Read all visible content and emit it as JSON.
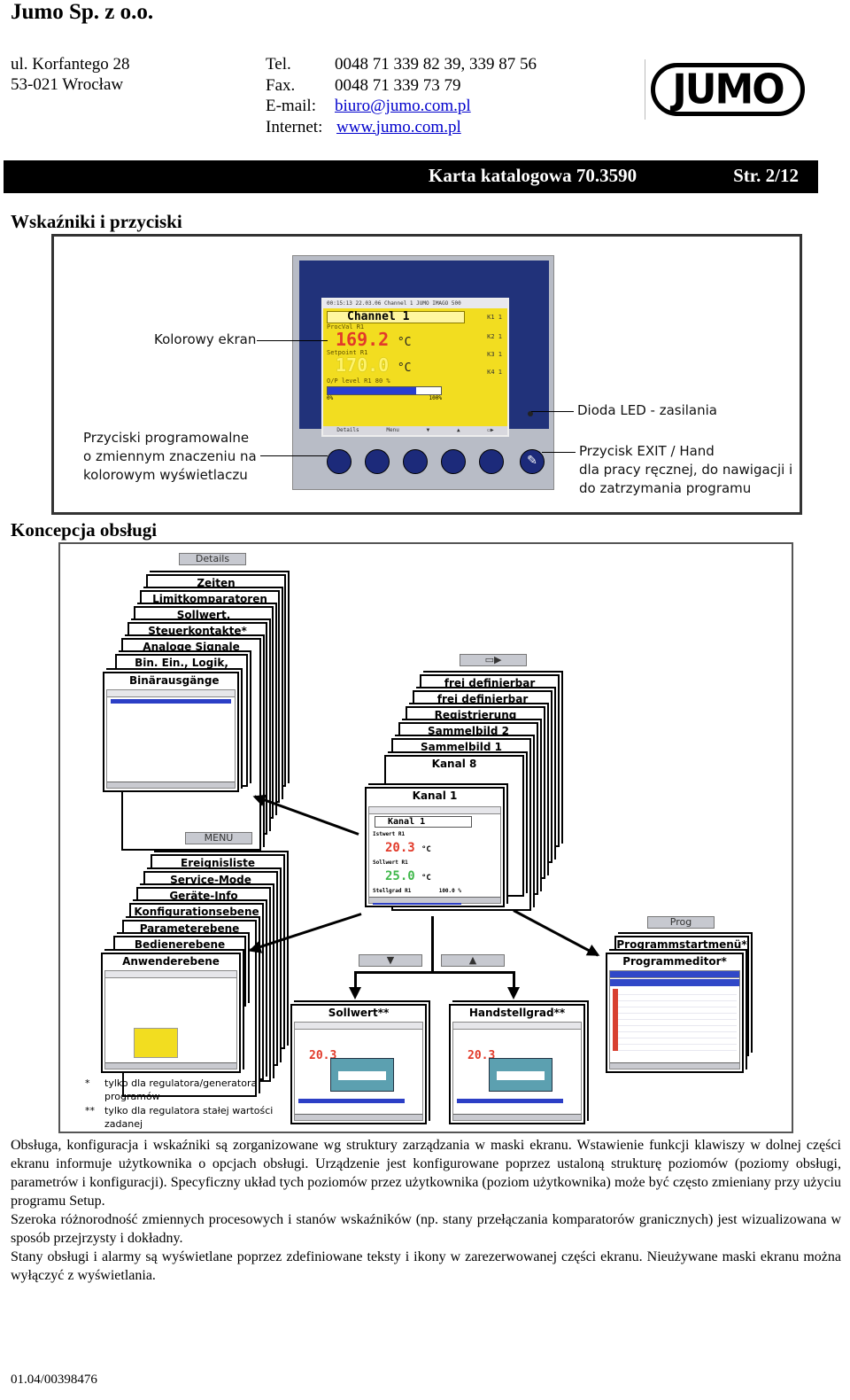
{
  "header": {
    "company": "Jumo Sp. z o.o.",
    "address_line1": "ul. Korfantego 28",
    "address_line2": "53-021 Wrocław",
    "tel_label": "Tel.",
    "tel": "0048 71 339 82 39, 339 87 56",
    "fax_label": "Fax.",
    "fax": "0048 71 339 73 79",
    "email_label": "E-mail:",
    "email": "biuro@jumo.com.pl",
    "internet_label": "Internet:",
    "internet": "www.jumo.com.pl",
    "logo_text": "JUMO"
  },
  "title_bar": {
    "doc": "Karta katalogowa 70.3590",
    "page": "Str. 2/12"
  },
  "section1": {
    "heading": "Wskaźniki i przyciski",
    "label_screen": "Kolorowy ekran",
    "label_softkeys": [
      "Przyciski programowalne",
      "o zmiennym znaczeniu na",
      "kolorowym wyświetlaczu"
    ],
    "label_led": "Dioda LED - zasilania",
    "label_exit": [
      "Przycisk EXIT / Hand",
      "dla pracy ręcznej, do nawigacji i",
      "do zatrzymania programu"
    ],
    "lcd": {
      "topline": "00:15:13  22.03.06 Channel 1      JUMO IMAGO 500",
      "channel": "Channel 1",
      "procval_label": "ProcVal   R1",
      "procval": "169.2",
      "unit": "°C",
      "setpoint_label": "Setpoint  R1",
      "setpoint": "170.0",
      "output_label": "O/P level R1         80  %",
      "output_pct": 0.78,
      "scale_min": "0%",
      "scale_max": "100%",
      "relays": [
        "K1 1",
        "K2 1",
        "K3 1",
        "K4 1"
      ],
      "softkeys": [
        "Details",
        "Menu",
        "▼",
        "▲",
        "▭▶"
      ]
    }
  },
  "section2": {
    "heading": "Koncepcja obsługi",
    "tab_details": "Details",
    "details_stack": [
      "Zeiten",
      "Limitkomparatoren",
      "Sollwert, Parametersatz",
      "Steuerkontakte*",
      "Analoge Signale",
      "Bin. Ein., Logik, Timer",
      "Binärausgänge"
    ],
    "tab_right": "▭▶",
    "right_stack": [
      "frei definierbar",
      "frei definierbar",
      "Registrierung",
      "Sammelbild 2",
      "Sammelbild 1",
      "Kanal 8",
      "Kanal 1"
    ],
    "center_lcd": {
      "channel": "Kanal 1",
      "istwert_label": "Istwert R1",
      "istwert": "20.3",
      "sollwert_label": "Sollwert R1",
      "sollwert": "25.0",
      "unit": "°C",
      "stell_label": "Stellgrad R1",
      "stell": "100.0 %"
    },
    "tab_menu": "MENU",
    "menu_stack": [
      "Ereignisliste",
      "Service-Mode",
      "Geräte-Info",
      "Konfigurationsebene",
      "Parameterebene",
      "Bedienerebene",
      "Anwenderebene"
    ],
    "tab_prog": "Prog",
    "prog_stack": [
      "Programmstartmenü*",
      "Programmeditor*"
    ],
    "tab_down": "▼",
    "tab_up": "▲",
    "sollwert_title": "Sollwert**",
    "handstellgrad_title": "Handstellgrad**",
    "mini_value": "20.3",
    "notes": [
      {
        "mark": "*",
        "text": [
          "tylko dla regulatora/generatora",
          "programów"
        ]
      },
      {
        "mark": "**",
        "text": [
          "tylko dla regulatora stałej wartości",
          "zadanej"
        ]
      }
    ]
  },
  "body_text": [
    "Obsługa, konfiguracja i wskaźniki są zorganizowane wg struktury zarządzania w maski ekranu. Wstawienie funkcji klawiszy w dolnej części ekranu informuje użytkownika o opcjach obsługi. Urządzenie jest konfigurowane poprzez ustaloną strukturę poziomów (poziomy obsługi, parametrów i konfiguracji). Specyficzny układ tych poziomów przez użytkownika (poziom użytkownika) może być często zmieniany przy użyciu programu Setup.",
    "Szeroka różnorodność zmiennych procesowych i stanów wskaźników (np. stany przełączania komparatorów granicznych) jest wizualizowana w sposób przejrzysty i dokładny.",
    "Stany obsługi i alarmy są wyświetlane poprzez zdefiniowane teksty i ikony w zarezerwowanej części ekranu. Nieużywane maski ekranu można wyłączyć z wyświetlania."
  ],
  "footer": "01.04/00398476",
  "colors": {
    "device_blue": "#21327a",
    "lcd_yellow": "#f2dd20",
    "value_red": "#e23a2a",
    "bar_blue": "#2a3fd0"
  }
}
